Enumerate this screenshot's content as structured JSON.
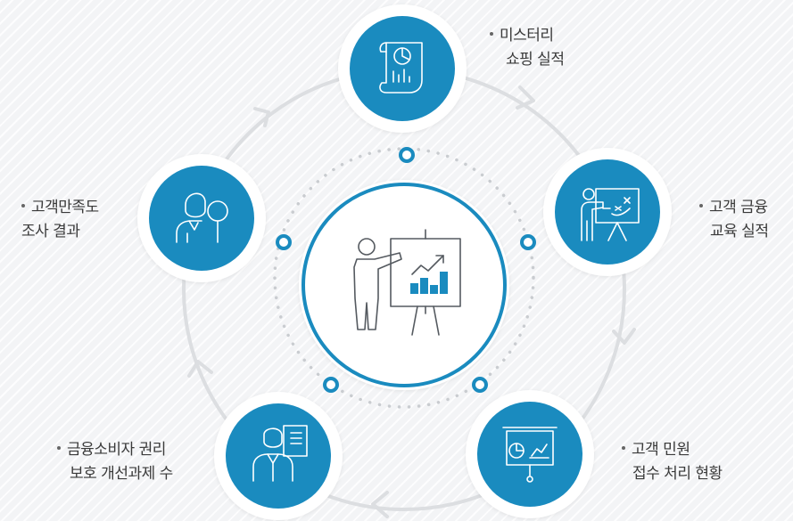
{
  "center": {
    "icon": "presentation-chart-icon",
    "accent": "#1a8bbf"
  },
  "items": [
    {
      "id": "mystery-shopping",
      "icon": "report-scroll-icon",
      "line1": "미스터리",
      "line2": "쇼핑 실적"
    },
    {
      "id": "financial-education",
      "icon": "teacher-board-icon",
      "line1": "고객 금융",
      "line2": "교육 실적"
    },
    {
      "id": "complaints",
      "icon": "projector-chart-icon",
      "line1": "고객 민원",
      "line2": "접수 처리 현황"
    },
    {
      "id": "consumer-rights",
      "icon": "person-document-icon",
      "line1": "금융소비자 권리",
      "line2": "보호 개선과제 수"
    },
    {
      "id": "satisfaction-survey",
      "icon": "person-magnifier-icon",
      "line1": "고객만족도",
      "line2": "조사 결과"
    }
  ],
  "colors": {
    "primary": "#1a8bbf",
    "ring": "#d9dbde",
    "dotted": "#c9ccd0",
    "text": "#3a3a3a"
  }
}
